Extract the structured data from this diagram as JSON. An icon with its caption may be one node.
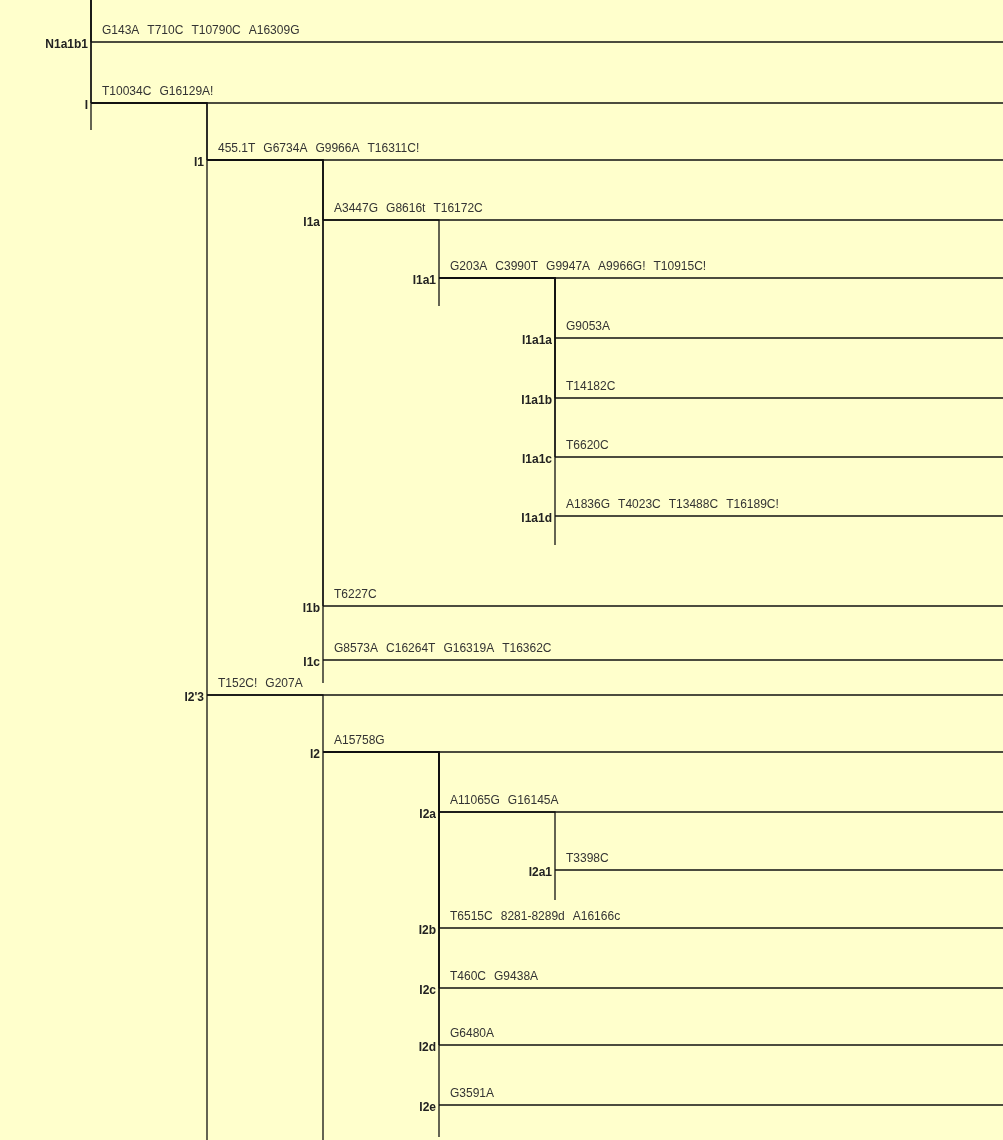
{
  "diagram": {
    "nodes": [
      {
        "text": [
          "N1a1b1"
        ],
        "beside": [
          "G143A",
          "T710C",
          "T10790C",
          "A16309G"
        ]
      },
      {
        "text": [
          "I"
        ],
        "beside": [
          "T10034C",
          "G16129A!"
        ]
      },
      {
        "text": [
          "I1"
        ],
        "beside": [
          "455.1T",
          "G6734A",
          "G9966A",
          "T16311C!"
        ]
      },
      {
        "text": [
          "I1a"
        ],
        "beside": [
          "A3447G",
          "G8616t",
          "T16172C"
        ]
      },
      {
        "text": [
          "I1a1"
        ],
        "beside": [
          "G203A",
          "C3990T",
          "G9947A",
          "A9966G!",
          "T10915C!"
        ]
      },
      {
        "text": [
          "I1a1a"
        ],
        "beside": [
          "G9053A"
        ]
      },
      {
        "text": [
          "I1a1b"
        ],
        "beside": [
          "T14182C"
        ]
      },
      {
        "text": [
          "I1a1c"
        ],
        "beside": [
          "T6620C"
        ]
      },
      {
        "text": [
          "I1a1d"
        ],
        "beside": [
          "A1836G",
          "T4023C",
          "T13488C",
          "T16189C!"
        ]
      },
      {
        "text": [
          "I1b"
        ],
        "beside": [
          "T6227C"
        ]
      },
      {
        "text": [
          "I1c"
        ],
        "beside": [
          "G8573A",
          "C16264T",
          "G16319A",
          "T16362C"
        ]
      },
      {
        "text": [
          "I2'3"
        ],
        "beside": [
          "T152C!",
          "G207A"
        ]
      },
      {
        "text": [
          "I2"
        ],
        "beside": [
          "A15758G"
        ]
      },
      {
        "text": [
          "I2a"
        ],
        "beside": [
          "A11065G",
          "G16145A"
        ]
      },
      {
        "text": [
          "I2a1"
        ],
        "beside": [
          "T3398C"
        ]
      },
      {
        "text": [
          "I2b"
        ],
        "beside": [
          "T6515C",
          "8281-8289d",
          "A16166c"
        ]
      },
      {
        "text": [
          "I2c"
        ],
        "beside": [
          "T460C",
          "G9438A"
        ]
      },
      {
        "text": [
          "I2d"
        ],
        "beside": [
          "G6480A"
        ]
      },
      {
        "text": [
          "I2e"
        ],
        "beside": [
          "G3591A"
        ]
      }
    ],
    "edges": [
      {
        "from": null,
        "to": 0,
        "arrow": "none"
      },
      {
        "from": null,
        "to": 1,
        "arrow": "none"
      },
      {
        "from": 1,
        "to": 2,
        "arrow": "none"
      },
      {
        "from": 2,
        "to": 3,
        "arrow": "none"
      },
      {
        "from": 3,
        "to": 4,
        "arrow": "none"
      },
      {
        "from": 4,
        "to": 5,
        "arrow": "none"
      },
      {
        "from": 4,
        "to": 6,
        "arrow": "none"
      },
      {
        "from": 4,
        "to": 7,
        "arrow": "none"
      },
      {
        "from": 4,
        "to": 8,
        "arrow": "none"
      },
      {
        "from": 2,
        "to": 9,
        "arrow": "none"
      },
      {
        "from": 2,
        "to": 10,
        "arrow": "none"
      },
      {
        "from": 1,
        "to": 11,
        "arrow": "none"
      },
      {
        "from": 11,
        "to": 12,
        "arrow": "none"
      },
      {
        "from": 12,
        "to": 13,
        "arrow": "none"
      },
      {
        "from": 13,
        "to": 14,
        "arrow": "none"
      },
      {
        "from": 12,
        "to": 15,
        "arrow": "none"
      },
      {
        "from": 12,
        "to": 16,
        "arrow": "none"
      },
      {
        "from": 12,
        "to": 17,
        "arrow": "none"
      },
      {
        "from": 12,
        "to": 18,
        "arrow": "none"
      }
    ]
  }
}
